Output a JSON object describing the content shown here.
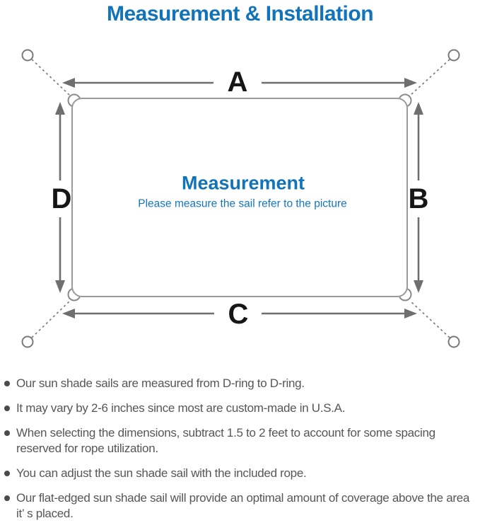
{
  "title": "Measurement & Installation",
  "diagram": {
    "labels": {
      "top": "A",
      "right": "B",
      "bottom": "C",
      "left": "D"
    },
    "center_heading": "Measurement",
    "center_subtitle": "Please measure the sail refer to the picture"
  },
  "colors": {
    "heading_blue": "#1173b9",
    "body_text_gray": "#565656",
    "line_gray": "#6e6e6e"
  },
  "notes": [
    "Our sun shade sails are measured from D-ring to D-ring.",
    "It may vary by 2-6 inches since most are custom-made in U.S.A.",
    "When selecting the dimensions, subtract 1.5 to 2 feet to account for some spacing reserved for rope utilization.",
    "You can adjust the sun shade sail with the included rope.",
    "Our flat-edged sun shade sail will provide an optimal amount of coverage above the area it’ s placed."
  ]
}
